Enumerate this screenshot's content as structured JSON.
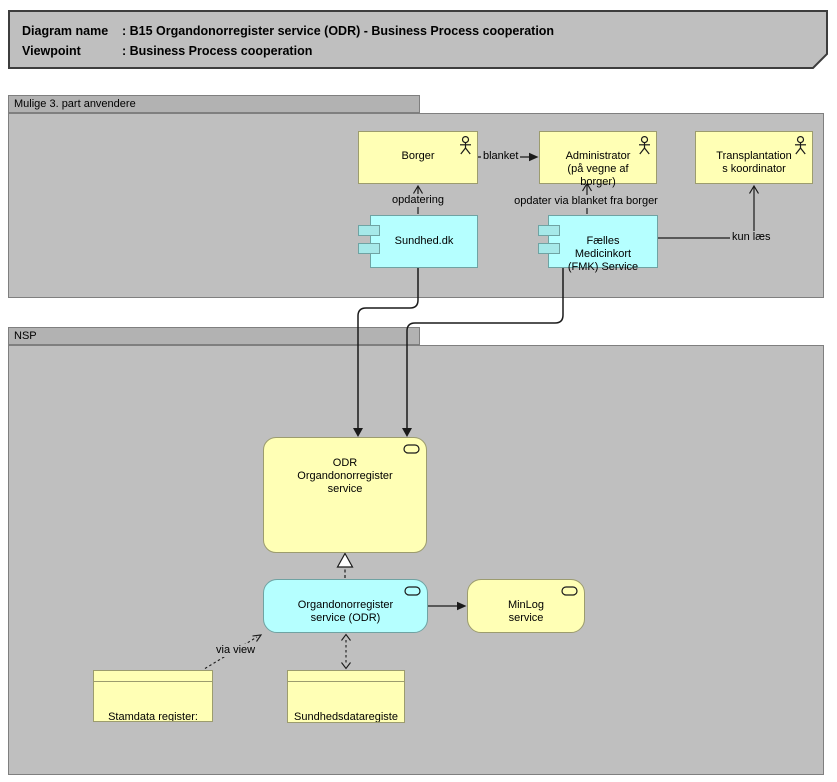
{
  "title": {
    "line1_label": "Diagram name",
    "line1_value": ": B15 Organdonorregister service (ODR) - Business Process cooperation",
    "line2_label": "Viewpoint",
    "line2_value": ": Business Process cooperation"
  },
  "groups": {
    "third_party": {
      "label": "Mulige 3. part anvendere"
    },
    "nsp": {
      "label": "NSP"
    }
  },
  "actors": {
    "borger": {
      "label": "Borger"
    },
    "administrator": {
      "label": "Administrator\n(på vegne af\nborger)"
    },
    "transplant": {
      "label": "Transplantation\ns koordinator"
    }
  },
  "components": {
    "sundhed": {
      "label": "Sundhed.dk"
    },
    "fmk": {
      "label": "Fælles\nMedicinkort\n(FMK) Service"
    }
  },
  "services": {
    "odr_business": {
      "label": "ODR\nOrgandonorregister\nservice"
    },
    "odr_app": {
      "label": "Organdonorregister\nservice (ODR)"
    },
    "minlog": {
      "label": "MinLog\nservice"
    }
  },
  "data_objects": {
    "stamdata": {
      "label": "Stamdata register:\nCPR"
    },
    "sundhedsdata": {
      "label": "Sundhedsdataregiste\nr:\nOrgandonorregister"
    }
  },
  "relationship_labels": {
    "blanket": "blanket",
    "opdatering": "opdatering",
    "opdater_via": "opdater via blanket fra borger",
    "kun_laes": "kun læs",
    "via_view": "via view"
  },
  "icons": {
    "actor": "business-actor-icon",
    "service": "service-icon",
    "component": "component-icon"
  },
  "colors": {
    "business_fill": "#ffffb5",
    "application_fill": "#b5ffff",
    "group_body": "#bfbfbf",
    "group_header": "#b2b2b2",
    "line": "#1a1a1a"
  }
}
